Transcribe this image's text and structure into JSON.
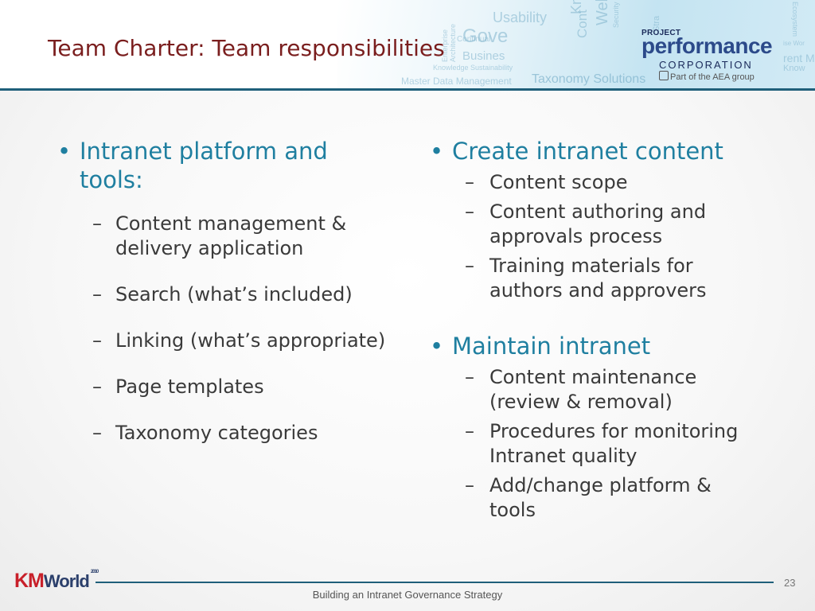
{
  "header": {
    "title": "Team Charter: Team responsibilities",
    "watermark": [
      "Usability",
      "Gove",
      "Busines",
      "Continual",
      "Knowledge Sustainability",
      "Master Data Management",
      "Taxonomy Solutions",
      "Know",
      "Cont",
      "Stra",
      "Security",
      "Enterprise",
      "Architecture",
      "Web Co",
      "rent M",
      "Know",
      "ise Wor",
      "Ecosystem"
    ]
  },
  "logo": {
    "line1": "PROJECT",
    "line2": "performance",
    "line3": "CORPORATION",
    "line4": "Part of the AEA group"
  },
  "left_column": {
    "bullet": "Intranet platform and tools:",
    "items": [
      "Content management & delivery application",
      "Search (what’s included)",
      "Linking (what’s appropriate)",
      "Page templates",
      "Taxonomy categories"
    ]
  },
  "right_column": {
    "sections": [
      {
        "bullet": "Create intranet content",
        "items": [
          "Content scope",
          "Content authoring and approvals process",
          "Training materials for authors and approvers"
        ]
      },
      {
        "bullet": "Maintain intranet",
        "items": [
          "Content maintenance (review & removal)",
          "Procedures for monitoring Intranet quality",
          "Add/change platform & tools"
        ]
      }
    ]
  },
  "footer": {
    "brand_km": "KM",
    "brand_world": "World",
    "brand_year": "2010",
    "text": "Building an Intranet Governance Strategy",
    "page_number": "23"
  }
}
